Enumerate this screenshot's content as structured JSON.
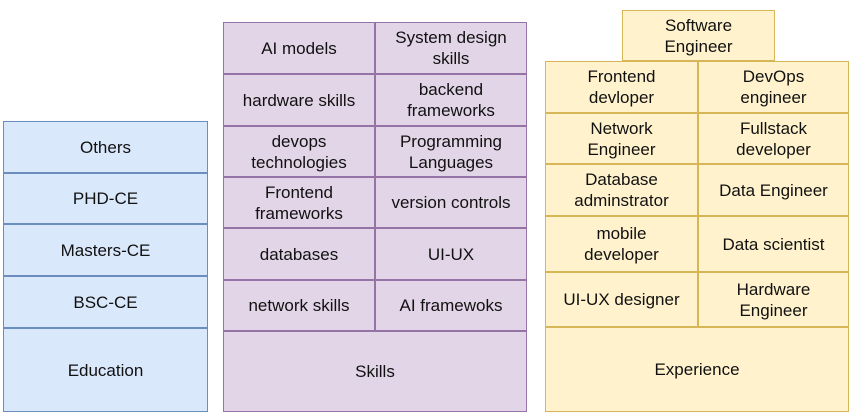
{
  "education": {
    "items": [
      "Others",
      "PHD-CE",
      "Masters-CE",
      "BSC-CE"
    ],
    "base": "Education"
  },
  "skills": {
    "rows": [
      [
        "AI models",
        "System design\nskills"
      ],
      [
        "hardware skills",
        "backend\nframeworks"
      ],
      [
        "devops\ntechnologies",
        "Programming\nLanguages"
      ],
      [
        "Frontend\nframeworks",
        "version controls"
      ],
      [
        "databases",
        "UI-UX"
      ],
      [
        "network skills",
        "AI framewoks"
      ]
    ],
    "base": "Skills"
  },
  "experience": {
    "top": "Software\nEngineer",
    "rows": [
      [
        "Frontend\ndevloper",
        "DevOps\nengineer"
      ],
      [
        "Network\nEngineer",
        "Fullstack\ndeveloper"
      ],
      [
        "Database\nadminstrator",
        "Data Engineer"
      ],
      [
        "mobile\ndeveloper",
        "Data scientist"
      ],
      [
        "UI-UX designer",
        "Hardware\nEngineer"
      ]
    ],
    "base": "Experience"
  },
  "colors": {
    "education_fill": "#dae8fc",
    "education_stroke": "#6c8ebf",
    "skills_fill": "#e1d5e7",
    "skills_stroke": "#9673a6",
    "experience_fill": "#fff2cc",
    "experience_stroke": "#d6b656"
  }
}
